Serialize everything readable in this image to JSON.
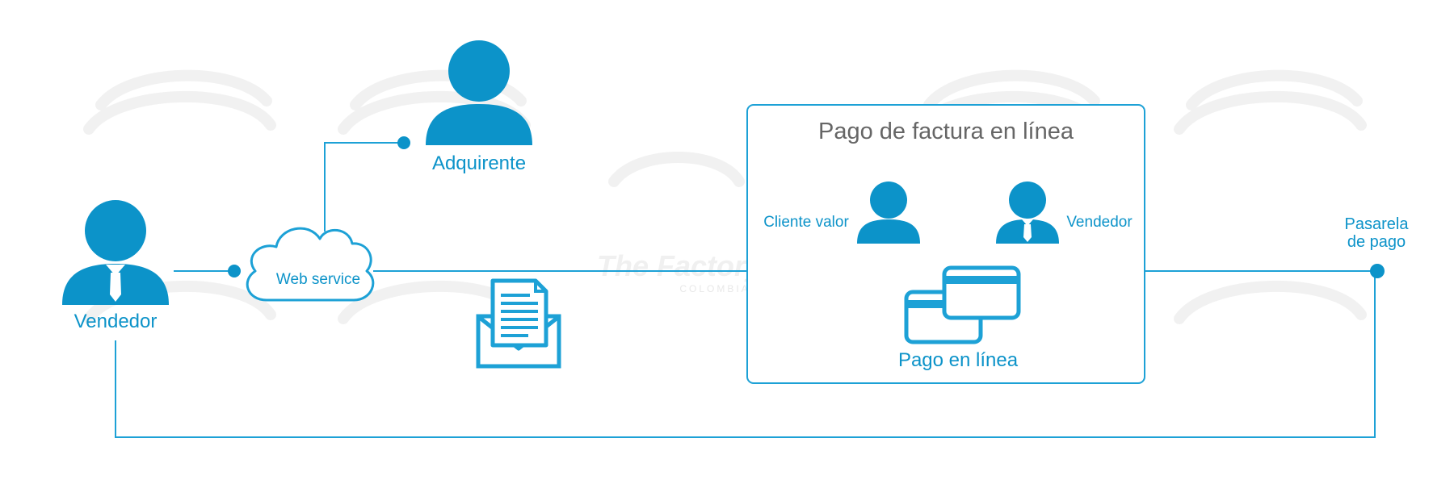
{
  "colors": {
    "accent": "#0c93c9",
    "line": "#1da1d6",
    "watermark": "#f2f2f2",
    "title_text": "#666666"
  },
  "labels": {
    "vendedor_left": "Vendedor",
    "adquirente": "Adquirente",
    "web_service": "Web service",
    "box_title": "Pago de factura en línea",
    "cliente_valor": "Cliente valor",
    "vendedor_right": "Vendedor",
    "pago_en_linea": "Pago en línea",
    "pasarela_line1": "Pasarela",
    "pasarela_line2": "de pago"
  },
  "watermark": {
    "line1": "The Factory HKA",
    "line2": "COLOMBIA"
  },
  "icons": {
    "vendedor_left": "person-tie-icon",
    "adquirente": "person-icon",
    "web_service": "cloud-icon",
    "document": "envelope-document-icon",
    "cliente_valor": "person-icon",
    "vendedor_right": "person-tie-icon",
    "pago_en_linea": "credit-cards-icon"
  }
}
